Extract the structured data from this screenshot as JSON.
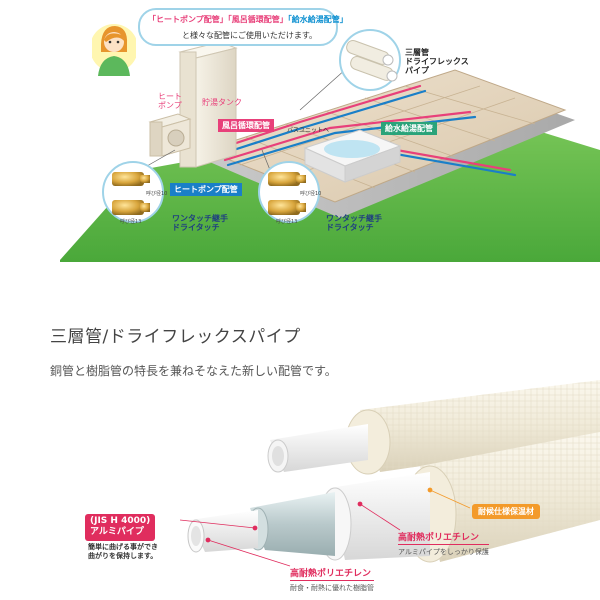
{
  "illustration": {
    "bubble": {
      "heat_pump_pipe": "「ヒートポンプ配管」",
      "bath_pipe": "「風呂循環配管」",
      "water_pipe": "「給水給湯配管」",
      "line2": "と様々な配管にご使用いただけます。"
    },
    "labels": {
      "heat_pump": "ヒート\nポンプ",
      "hot_water_tank": "貯湯タンク",
      "triple_pipe": "三層管\nドライフレックス\nパイプ",
      "bath_unit": "バスユニットへ"
    },
    "tags": {
      "bath_circulation": "風呂循環配管",
      "water_supply": "給水給湯配管",
      "heat_pump_pipe": "ヒートポンプ配管"
    },
    "fittings": {
      "left_caption": "ワンタッチ継手\nドライタッチ",
      "right_caption": "ワンタッチ継手\nドライタッチ",
      "size_10": "呼び径10",
      "size_13": "呼び径13"
    }
  },
  "section": {
    "title": "三層管/ドライフレックスパイプ",
    "description": "銅管と樹脂管の特長を兼ねそなえた新しい配管です。"
  },
  "pipe": {
    "insulation_label": "耐候仕様保温材",
    "alu_badge_line1": "(JIS H 4000)",
    "alu_badge_line2": "アルミパイプ",
    "alu_note": "簡単に曲げる事ができ\n曲がりを保持します。",
    "outer_pe_title": "高耐熱ポリエチレン",
    "outer_pe_sub": "アルミパイプをしっかり保護",
    "inner_pe_title": "高耐熱ポリエチレン",
    "inner_pe_sub": "耐食・耐熱に優れた樹脂管"
  },
  "colors": {
    "accent_pink": "#e02d5e",
    "accent_blue": "#1a7fc8",
    "accent_orange": "#f39a2a",
    "grass": "#5ab84a"
  }
}
